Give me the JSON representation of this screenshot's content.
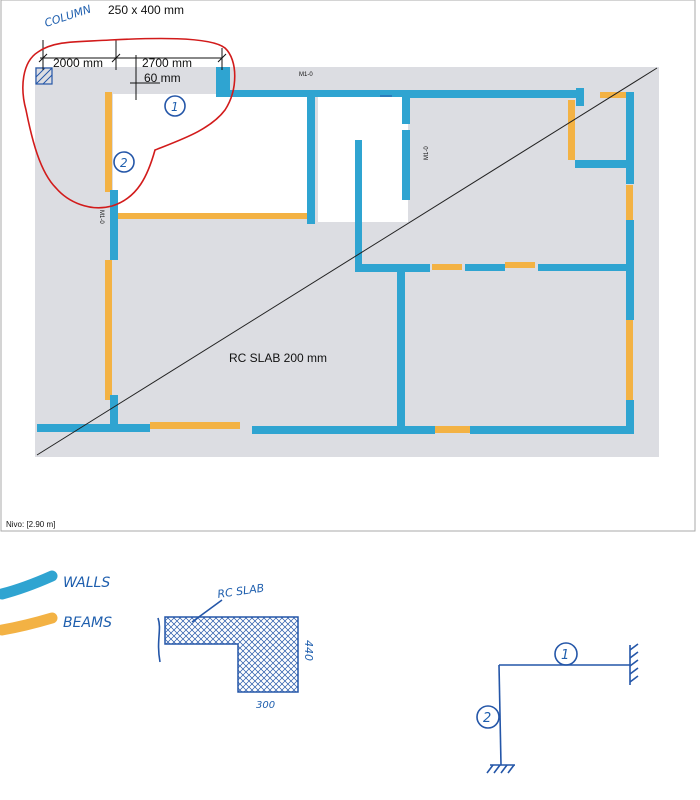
{
  "header": {
    "column_label": "COLUMN",
    "column_size": "250 x 400 mm"
  },
  "dimensions": {
    "d1": "2000 mm",
    "d2": "2700 mm",
    "d3": "60 mm"
  },
  "plan": {
    "slab_label": "RC SLAB 200 mm",
    "level_label": "Nivo: [2.90 m]",
    "tag_top": "M1-0",
    "tag_right": "M1-0",
    "tag_left": "M1-0",
    "element_1": "1",
    "element_2": "2"
  },
  "legend": {
    "walls_label": "WALLS",
    "beams_label": "BEAMS",
    "wall_color": "#2fa4d1",
    "beam_color": "#f3b244"
  },
  "section": {
    "slab_label": "RC SLAB",
    "height": "440",
    "width": "300"
  },
  "frame": {
    "node_1": "1",
    "node_2": "2"
  }
}
